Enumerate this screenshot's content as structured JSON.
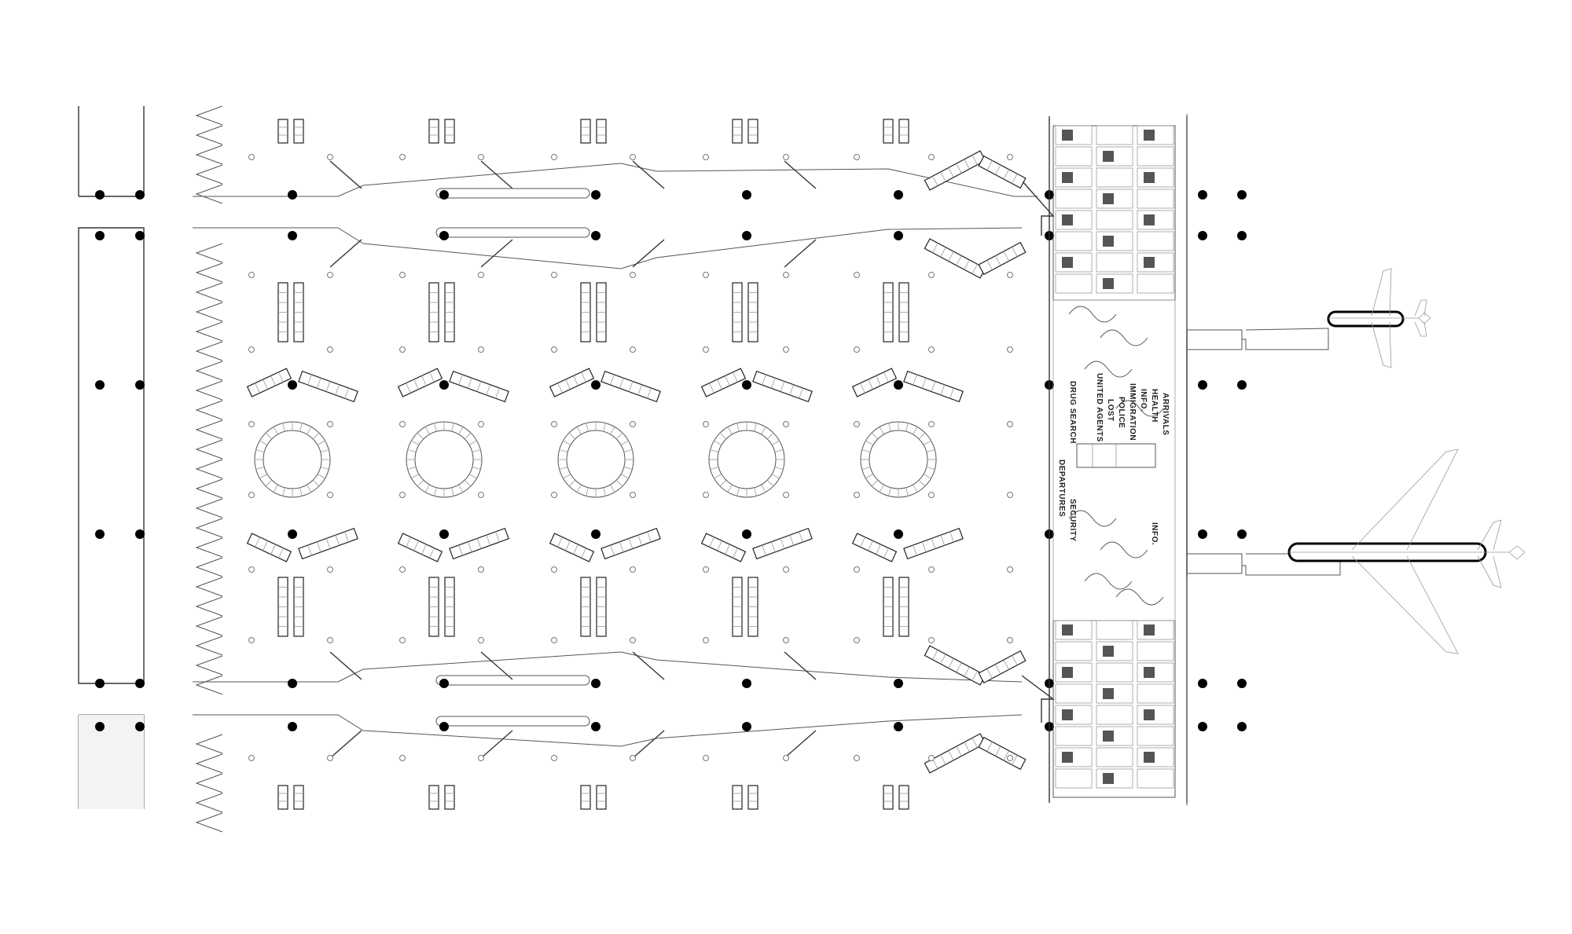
{
  "plan": {
    "labels": {
      "arrivals": "ARRIVALS",
      "health": "HEALTH",
      "info_top": "INFO.",
      "immigration": "IMMIGRATION",
      "police": "POLICE",
      "lost": "LOST",
      "united_agents": "UNITED AGENTS",
      "drug_search": "DRUG SEARCH",
      "departures": "DEPARTURES",
      "security": "SECURITY",
      "info_bottom": "INFO."
    },
    "colors": {
      "line": "#333333",
      "column": "#000000",
      "background": "#ffffff"
    },
    "icons": [
      "airplane-icon",
      "airplane-icon"
    ]
  }
}
